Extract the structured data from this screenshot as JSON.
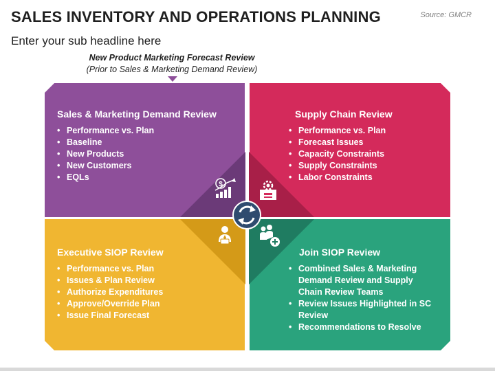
{
  "header": {
    "title": "SALES INVENTORY AND OPERATIONS PLANNING",
    "source": "Source: GMCR",
    "subtitle": "Enter your sub headline here"
  },
  "note": {
    "line1": "New Product Marketing Forecast Review",
    "line2": "(Prior to Sales & Marketing Demand Review)"
  },
  "quadrants": {
    "top_left": {
      "title": "Sales & Marketing Demand Review",
      "color": "#8e4f9a",
      "items": [
        "Performance vs. Plan",
        "Baseline",
        "New Products",
        "New Customers",
        "EQLs"
      ]
    },
    "top_right": {
      "title": "Supply Chain Review",
      "color": "#d42a5b",
      "items": [
        "Performance vs. Plan",
        "Forecast Issues",
        "Capacity Constraints",
        "Supply Constraints",
        "Labor Constraints"
      ]
    },
    "bottom_left": {
      "title": "Executive SIOP Review",
      "color": "#f0b631",
      "items": [
        "Performance vs. Plan",
        "Issues & Plan Review",
        "Authorize Expenditures",
        "Approve/Override Plan",
        "Issue Final Forecast"
      ]
    },
    "bottom_right": {
      "title": "Join SIOP Review",
      "color": "#2aa37d",
      "items": [
        "Combined Sales & Marketing Demand Review and Supply Chain Review Teams",
        "Review Issues Highlighted in SC Review",
        "Recommendations to Resolve"
      ]
    }
  },
  "icons": {
    "top_left": "money-growth-chart-icon",
    "top_right": "supply-chain-box-gear-icon",
    "bottom_left": "executive-person-icon",
    "bottom_right": "team-add-icon",
    "center": "refresh-cycle-icon"
  }
}
